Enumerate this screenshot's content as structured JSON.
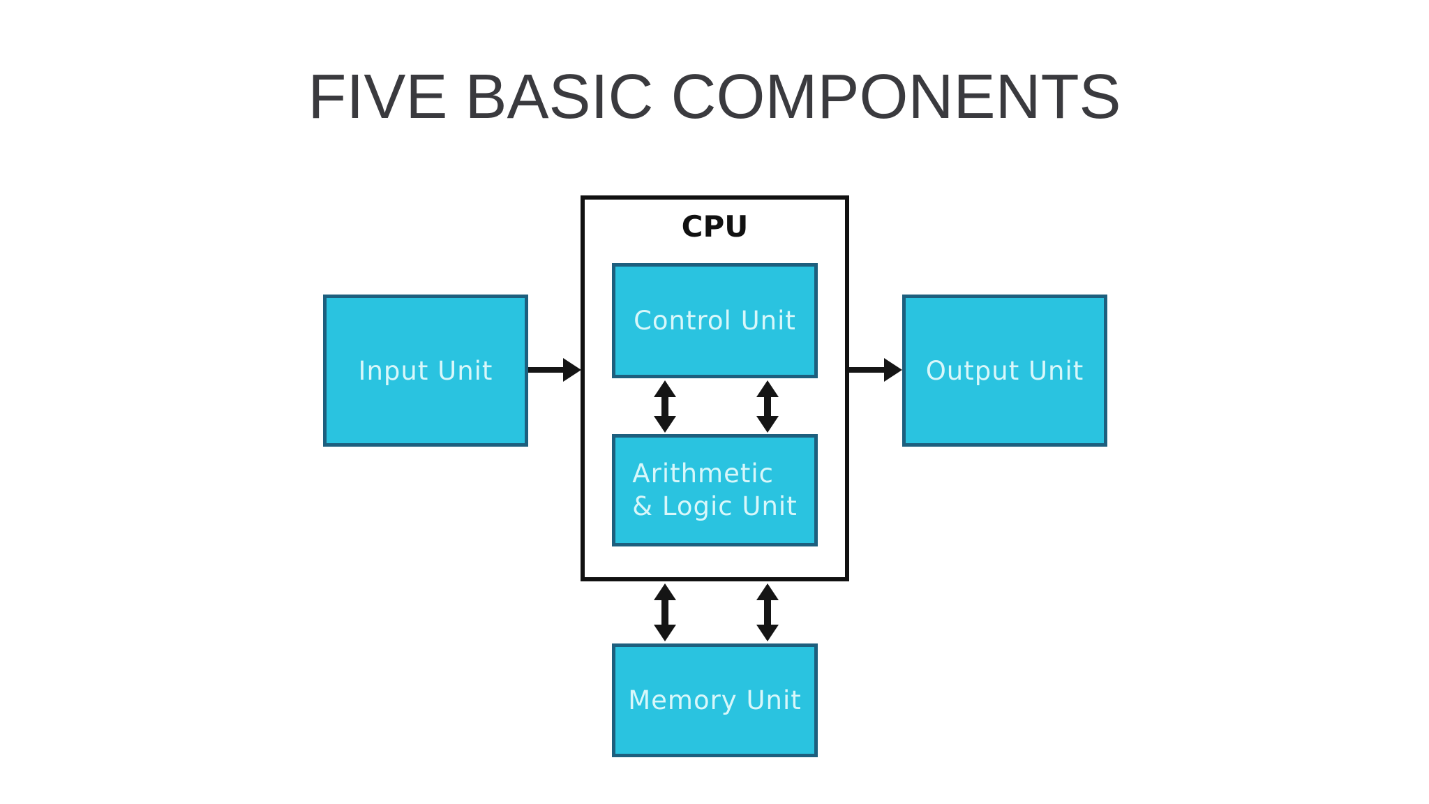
{
  "title": "FIVE BASIC COMPONENTS",
  "cpu": {
    "label": "CPU"
  },
  "boxes": {
    "input": {
      "label": "Input Unit"
    },
    "control": {
      "label": "Control Unit"
    },
    "alu": {
      "label": "Arithmetic\n& Logic Unit"
    },
    "output": {
      "label": "Output Unit"
    },
    "memory": {
      "label": "Memory Unit"
    }
  },
  "connections": [
    {
      "from": "input",
      "to": "cpu",
      "direction": "one-way"
    },
    {
      "from": "cpu",
      "to": "output",
      "direction": "one-way"
    },
    {
      "from": "control",
      "to": "alu",
      "direction": "two-way"
    },
    {
      "from": "control",
      "to": "alu",
      "direction": "two-way"
    },
    {
      "from": "cpu",
      "to": "memory",
      "direction": "two-way"
    },
    {
      "from": "cpu",
      "to": "memory",
      "direction": "two-way"
    }
  ],
  "colors": {
    "background": "#FFFFFF",
    "unit_fill": "#2AC3E0",
    "unit_border": "#1D5F7E",
    "unit_label_text": "#D8F7FA",
    "cpu_border": "#111111",
    "cpu_label_text": "#111111",
    "arrow": "#151515",
    "title_text": "#3A3A3E"
  }
}
